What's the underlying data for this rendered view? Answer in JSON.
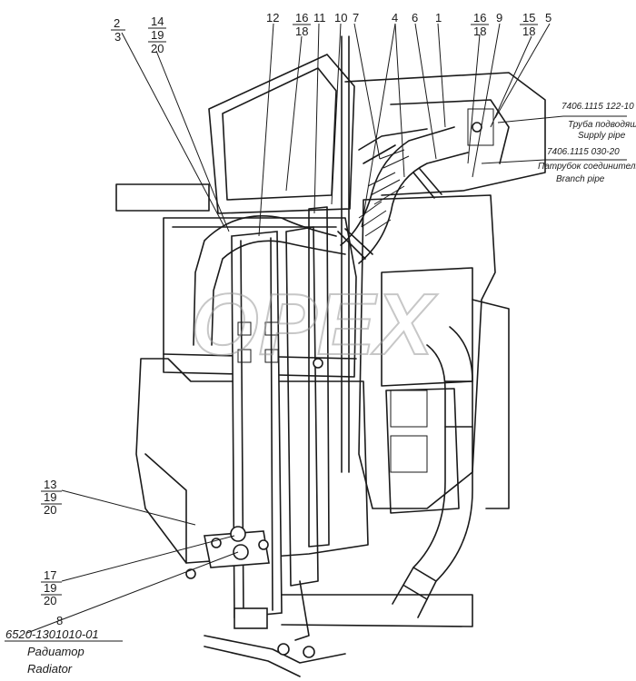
{
  "callouts": {
    "top": [
      {
        "id": "c2",
        "num": "2",
        "sub": [
          "3"
        ]
      },
      {
        "id": "c14",
        "num": "14",
        "sub": [
          "19",
          "20"
        ]
      },
      {
        "id": "c12",
        "num": "12",
        "sub": []
      },
      {
        "id": "c16a",
        "num": "16",
        "sub": [
          "18"
        ]
      },
      {
        "id": "c11",
        "num": "11",
        "sub": []
      },
      {
        "id": "c10",
        "num": "10",
        "sub": []
      },
      {
        "id": "c7",
        "num": "7",
        "sub": []
      },
      {
        "id": "c4",
        "num": "4",
        "sub": []
      },
      {
        "id": "c6",
        "num": "6",
        "sub": []
      },
      {
        "id": "c1",
        "num": "1",
        "sub": []
      },
      {
        "id": "c16b",
        "num": "16",
        "sub": [
          "18"
        ]
      },
      {
        "id": "c9",
        "num": "9",
        "sub": []
      },
      {
        "id": "c15",
        "num": "15",
        "sub": [
          "18"
        ]
      },
      {
        "id": "c5",
        "num": "5",
        "sub": []
      }
    ],
    "left": [
      {
        "id": "c13",
        "num": "13",
        "sub": [
          "19",
          "20"
        ]
      },
      {
        "id": "c17",
        "num": "17",
        "sub": [
          "19",
          "20"
        ]
      },
      {
        "id": "c8",
        "num": "8",
        "sub": []
      }
    ]
  },
  "references": {
    "supply_pipe": {
      "part_no": "7406.1115 122-10",
      "ru": "Труба подводящая",
      "en": "Supply pipe"
    },
    "branch_pipe": {
      "part_no": "7406.1115 030-20",
      "ru": "Патрубок соединительный",
      "en": "Branch pipe"
    }
  },
  "radiator": {
    "part_no": "6520-1301010-01",
    "ru": "Радиатор",
    "en": "Radiator"
  },
  "watermark": "OPEX"
}
